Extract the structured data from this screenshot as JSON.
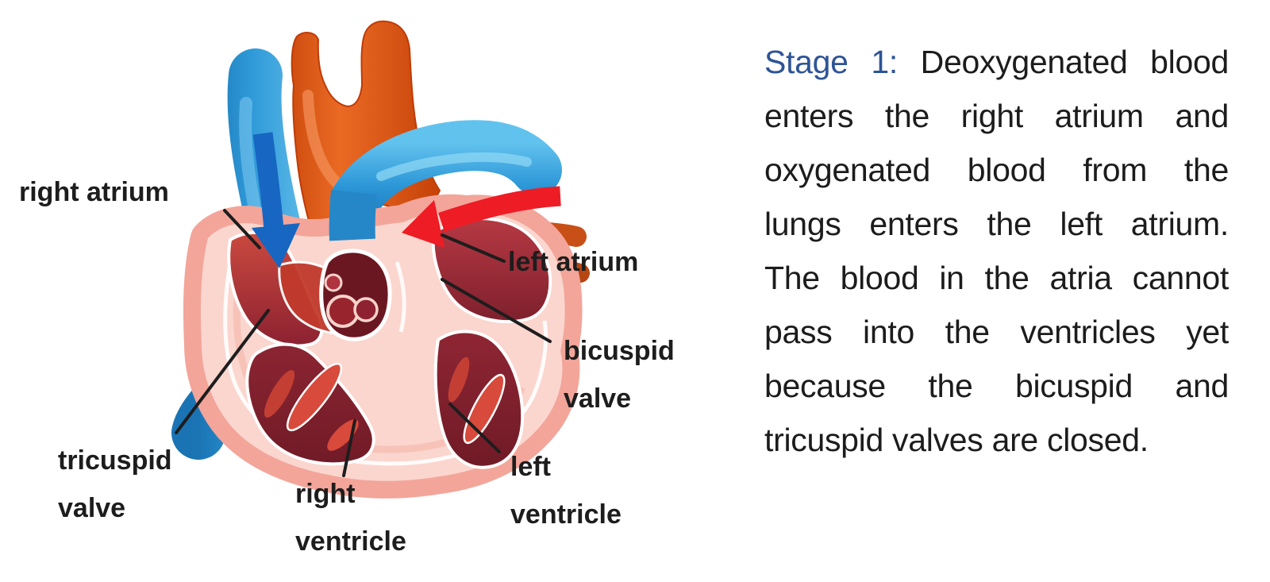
{
  "figure": {
    "title_hint": "cross-section heart diagram",
    "labels": {
      "right_atrium": "right atrium",
      "left_atrium": "left atrium",
      "bicuspid_1": "bicuspid",
      "bicuspid_2": "valve",
      "tricuspid_1": "tricuspid",
      "tricuspid_2": "valve",
      "right_ventricle_1": "right",
      "right_ventricle_2": "ventricle",
      "left_ventricle_1": "left",
      "left_ventricle_2": "ventricle"
    },
    "colors": {
      "vein_blue": "#2b96d9",
      "artery_orange": "#e05415",
      "oxygenated_arrow_red": "#ee1c25",
      "deoxygenated_arrow_blue": "#1767c2",
      "heart_wall_pink": "#f3a59a",
      "chamber_dark_red": "#7c1f2c",
      "label_text": "#1d1d1d"
    }
  },
  "stage": {
    "label": "Stage 1:",
    "label_color": "#2e5496",
    "lines": [
      "Deoxygenated blood",
      "enters the right atrium and",
      "oxygenated blood from the",
      "lungs enters the left atrium.",
      "The blood in the atria cannot",
      "pass into the ventricles yet",
      "because the bicuspid and",
      "tricuspid valves are closed."
    ]
  }
}
